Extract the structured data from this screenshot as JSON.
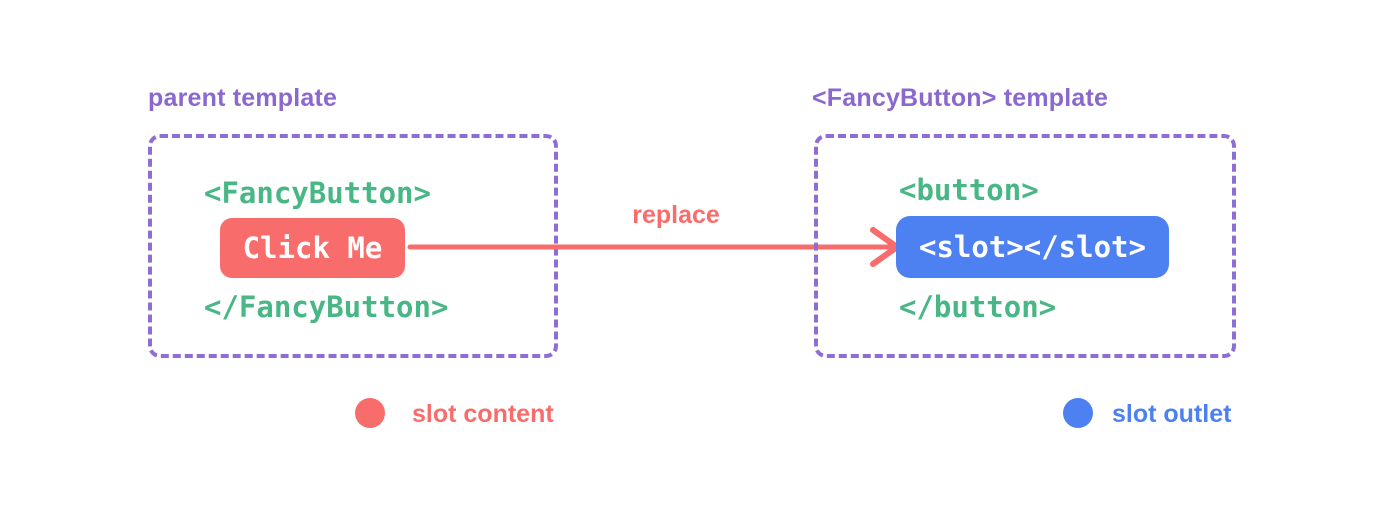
{
  "parent": {
    "label": "parent template",
    "code_open": "<FancyButton>",
    "button_text": "Click Me",
    "code_close": "</FancyButton>"
  },
  "arrow": {
    "label": "replace"
  },
  "fancy": {
    "label": "<FancyButton> template",
    "code_open": "<button>",
    "button_text": "<slot></slot>",
    "code_close": "</button>"
  },
  "legend": [
    {
      "label": "slot content",
      "color": "#f96c6c"
    },
    {
      "label": "slot outlet",
      "color": "#4d80f0"
    }
  ],
  "colors": {
    "label_purple": "#8a68ce",
    "border_purple": "#8f6dd4",
    "code_green": "#48b685",
    "accent_red": "#f96c6c",
    "accent_blue": "#4d80f0",
    "button_text_white": "#ffffff",
    "background": "#ffffff"
  }
}
